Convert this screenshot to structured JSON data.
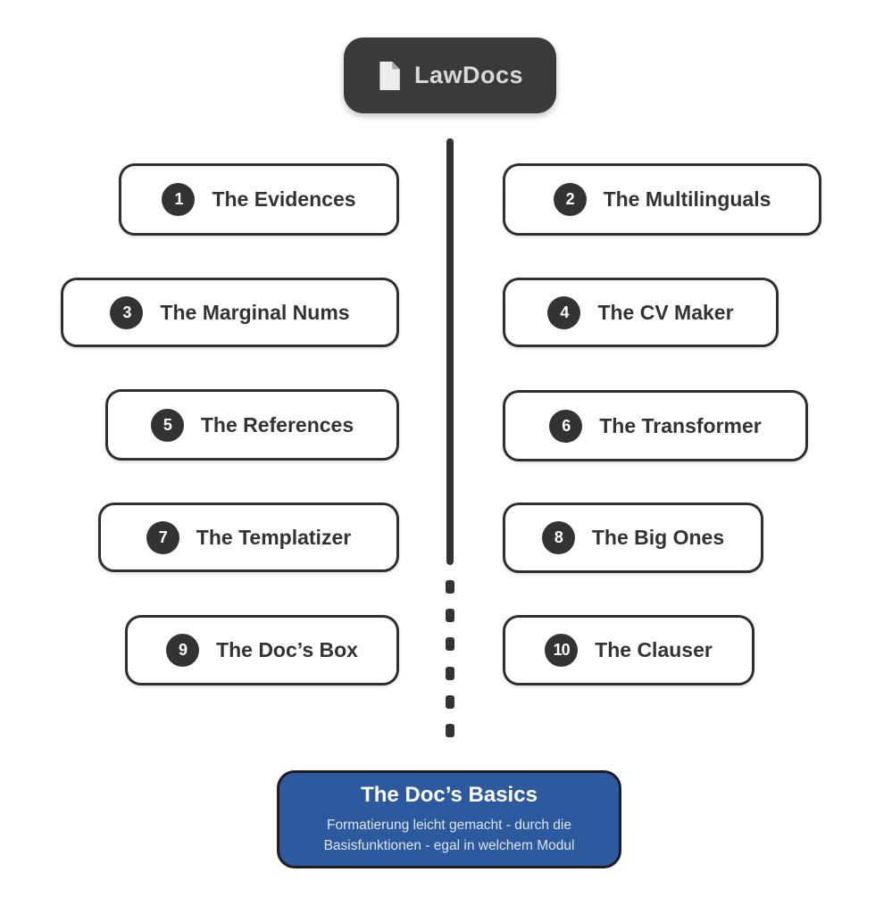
{
  "header": {
    "title": "LawDocs",
    "icon": "document-icon"
  },
  "colors": {
    "dark": "#3a3a3a",
    "box_border": "#2f2f2f",
    "badge_bg": "#333333",
    "label_text": "#333333",
    "header_text": "#d9d9d9",
    "footer_blue": "#2d5a9e",
    "footer_title_text": "#ffffff",
    "footer_subtitle_text": "#dbe5f4"
  },
  "modules": [
    {
      "number": "1",
      "label": "The Evidences",
      "column": "left"
    },
    {
      "number": "2",
      "label": "The Multilinguals",
      "column": "right"
    },
    {
      "number": "3",
      "label": "The Marginal Nums",
      "column": "left"
    },
    {
      "number": "4",
      "label": "The CV Maker",
      "column": "right"
    },
    {
      "number": "5",
      "label": "The References",
      "column": "left"
    },
    {
      "number": "6",
      "label": "The Transformer",
      "column": "right"
    },
    {
      "number": "7",
      "label": "The Templatizer",
      "column": "left"
    },
    {
      "number": "8",
      "label": "The Big Ones",
      "column": "right"
    },
    {
      "number": "9",
      "label": "The Doc’s Box",
      "column": "left"
    },
    {
      "number": "10",
      "label": "The Clauser",
      "column": "right"
    }
  ],
  "footer": {
    "title": "The Doc’s Basics",
    "subtitle_line1": "Formatierung leicht gemacht - durch die",
    "subtitle_line2": "Basisfunktionen - egal in welchem Modul"
  }
}
